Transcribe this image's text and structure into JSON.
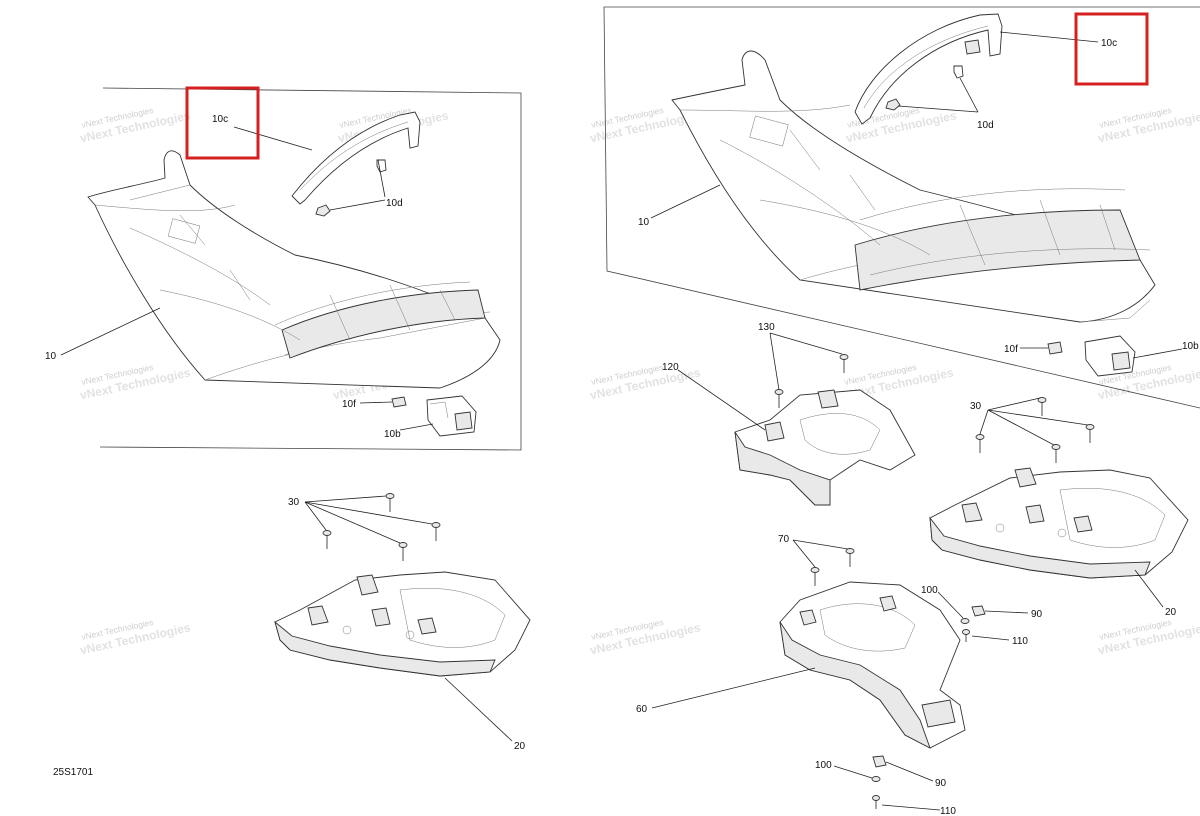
{
  "document": {
    "id": "25S1701"
  },
  "watermark": {
    "line1": "vNext Technologies",
    "line2": "vNext Technologies"
  },
  "left_group": {
    "callouts": {
      "c10c": "10c",
      "c10d": "10d",
      "c10": "10",
      "c10f": "10f",
      "c10b": "10b",
      "c30": "30",
      "c20": "20"
    }
  },
  "right_group": {
    "callouts": {
      "c10c": "10c",
      "c10d": "10d",
      "c10": "10",
      "c130": "130",
      "c120": "120",
      "c10f": "10f",
      "c10b": "10b",
      "c30": "30",
      "c70": "70",
      "c100a": "100",
      "c90a": "90",
      "c110a": "110",
      "c20": "20",
      "c60": "60",
      "c100b": "100",
      "c90b": "90",
      "c110b": "110"
    }
  },
  "highlight_color": "#d62020"
}
